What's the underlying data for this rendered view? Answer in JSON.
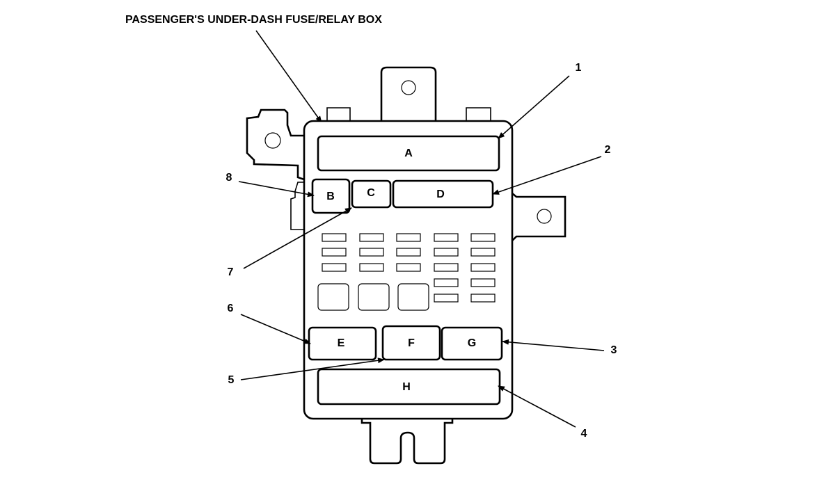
{
  "title": "PASSENGER'S UNDER-DASH FUSE/RELAY BOX",
  "connectors": {
    "A": "A",
    "B": "B",
    "C": "C",
    "D": "D",
    "E": "E",
    "F": "F",
    "G": "G",
    "H": "H"
  },
  "callouts": {
    "c1": "1",
    "c2": "2",
    "c3": "3",
    "c4": "4",
    "c5": "5",
    "c6": "6",
    "c7": "7",
    "c8": "8"
  }
}
